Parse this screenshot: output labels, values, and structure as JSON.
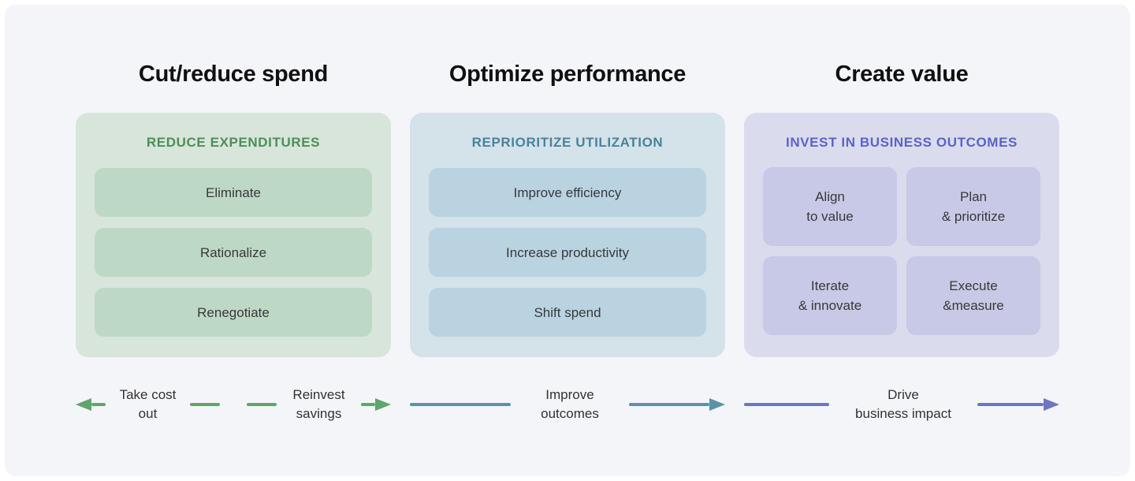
{
  "colors": {
    "canvas_bg": "#f4f5f9",
    "green_accent": "#4c8f58",
    "green_arrow": "#5fa56e",
    "teal_accent": "#47849b",
    "teal_arrow": "#5b93a6",
    "purple_accent": "#5b63c4",
    "purple_arrow": "#6f75c1"
  },
  "columns": [
    {
      "title": "Cut/reduce spend",
      "heading": "REDUCE EXPENDITURES",
      "items": [
        "Eliminate",
        "Rationalize",
        "Renegotiate"
      ],
      "footer": {
        "label_left": "Take cost\nout",
        "label_right": "Reinvest\nsavings"
      },
      "colors": {
        "card_bg": "#d7e5da",
        "item_bg": "#bed8c6",
        "heading_text": "#4c8f58",
        "arrow": "#5fa56e"
      }
    },
    {
      "title": "Optimize performance",
      "heading": "REPRIORITIZE UTILIZATION",
      "items": [
        "Improve efficiency",
        "Increase productivity",
        "Shift spend"
      ],
      "footer": {
        "label": "Improve\noutcomes"
      },
      "colors": {
        "card_bg": "#d4e2e9",
        "item_bg": "#b9d3e0",
        "heading_text": "#47849b",
        "arrow": "#5b93a6"
      }
    },
    {
      "title": "Create value",
      "heading": "INVEST IN BUSINESS OUTCOMES",
      "items": [
        "Align\nto value",
        "Plan\n& prioritize",
        "Iterate\n& innovate",
        "Execute\n&measure"
      ],
      "footer": {
        "label": "Drive\nbusiness impact"
      },
      "colors": {
        "card_bg": "#dadcee",
        "item_bg": "#c7c9e6",
        "heading_text": "#5b63c4",
        "arrow": "#6f75c1"
      }
    }
  ]
}
